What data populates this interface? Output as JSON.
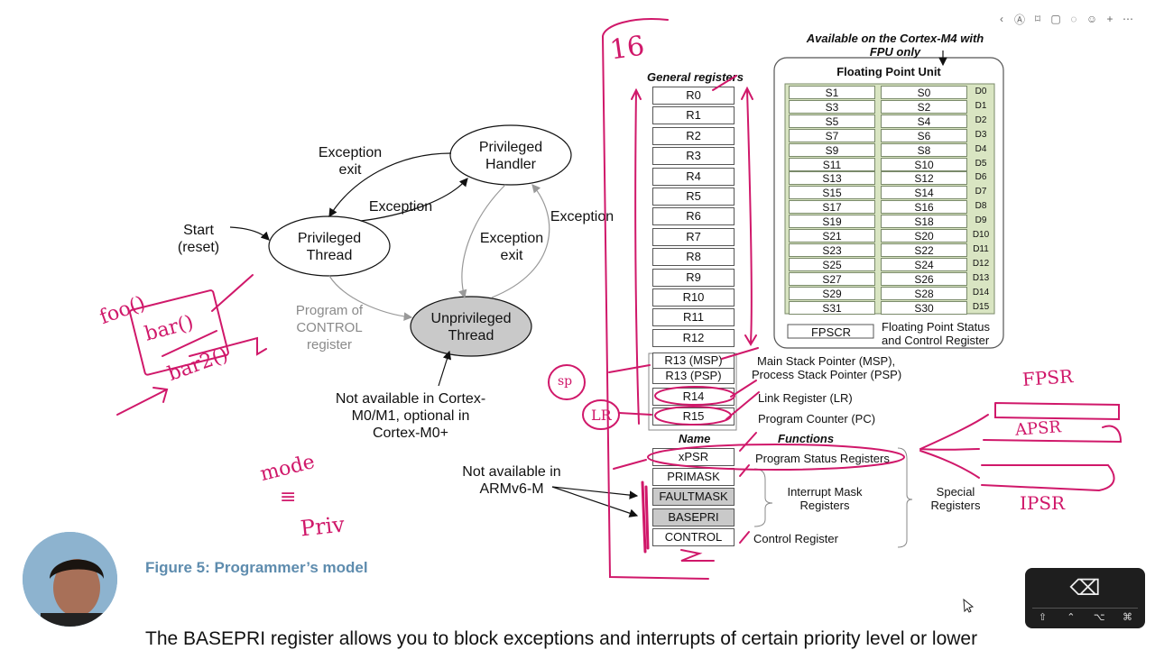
{
  "toolbar": {
    "icons": [
      "back-icon",
      "text-icon",
      "bookmark-icon",
      "copy-icon",
      "grid-icon",
      "smiley-icon",
      "add-icon",
      "more-icon"
    ],
    "glyphs": [
      "‹",
      "Ⓐ",
      "⌑",
      "▢",
      "◌",
      "☺",
      "+",
      "⋯"
    ]
  },
  "state_diagram": {
    "privileged_handler": [
      "Privileged",
      "Handler"
    ],
    "privileged_thread": [
      "Privileged",
      "Thread"
    ],
    "unprivileged_thread": [
      "Unprivileged",
      "Thread"
    ],
    "exception_exit_top": [
      "Exception",
      "exit"
    ],
    "exception_mid": "Exception",
    "exception_right": "Exception",
    "exception_exit_right": [
      "Exception",
      "exit"
    ],
    "start": [
      "Start",
      "(reset)"
    ],
    "program_control": [
      "Program of",
      "CONTROL",
      "register"
    ],
    "not_available_m0": [
      "Not available in Cortex-",
      "M0/M1, optional in",
      "Cortex-M0+"
    ]
  },
  "registers": {
    "heading": "General registers",
    "general": [
      "R0",
      "R1",
      "R2",
      "R3",
      "R4",
      "R5",
      "R6",
      "R7",
      "R8",
      "R9",
      "R10",
      "R11",
      "R12"
    ],
    "r13_msp": "R13 (MSP)",
    "r13_psp": "R13 (PSP)",
    "r14": "R14",
    "r15": "R15",
    "msp_label": "Main Stack Pointer (MSP),",
    "psp_label": "Process Stack Pointer (PSP)",
    "lr_label": "Link Register (LR)",
    "pc_label": "Program Counter (PC)",
    "name_header": "Name",
    "functions_header": "Functions",
    "xpsr": "xPSR",
    "xpsr_label": "Program Status Registers",
    "primask": "PRIMASK",
    "faultmask": "FAULTMASK",
    "basepri": "BASEPRI",
    "control": "CONTROL",
    "interrupt_mask": [
      "Interrupt Mask",
      "Registers"
    ],
    "special": [
      "Special",
      "Registers"
    ],
    "control_label": "Control Register",
    "not_available_armv6": [
      "Not available in",
      "ARMv6-M"
    ]
  },
  "fpu": {
    "note": [
      "Available on the Cortex-M4 with",
      "FPU only"
    ],
    "title": "Floating Point Unit",
    "rows": [
      {
        "s_odd": "S1",
        "s_even": "S0",
        "d": "D0"
      },
      {
        "s_odd": "S3",
        "s_even": "S2",
        "d": "D1"
      },
      {
        "s_odd": "S5",
        "s_even": "S4",
        "d": "D2"
      },
      {
        "s_odd": "S7",
        "s_even": "S6",
        "d": "D3"
      },
      {
        "s_odd": "S9",
        "s_even": "S8",
        "d": "D4"
      },
      {
        "s_odd": "S11",
        "s_even": "S10",
        "d": "D5"
      },
      {
        "s_odd": "S13",
        "s_even": "S12",
        "d": "D6"
      },
      {
        "s_odd": "S15",
        "s_even": "S14",
        "d": "D7"
      },
      {
        "s_odd": "S17",
        "s_even": "S16",
        "d": "D8"
      },
      {
        "s_odd": "S19",
        "s_even": "S18",
        "d": "D9"
      },
      {
        "s_odd": "S21",
        "s_even": "S20",
        "d": "D10"
      },
      {
        "s_odd": "S23",
        "s_even": "S22",
        "d": "D11"
      },
      {
        "s_odd": "S25",
        "s_even": "S24",
        "d": "D12"
      },
      {
        "s_odd": "S27",
        "s_even": "S26",
        "d": "D13"
      },
      {
        "s_odd": "S29",
        "s_even": "S28",
        "d": "D14"
      },
      {
        "s_odd": "S31",
        "s_even": "S30",
        "d": "D15"
      }
    ],
    "fpscr": "FPSCR",
    "fpscr_label": [
      "Floating Point Status",
      "and Control Register"
    ]
  },
  "handwriting": {
    "sixteen": "16",
    "foo": "foo()",
    "bar": "bar()",
    "bar2": "bar2()",
    "sp": "sp",
    "lr": "LR",
    "fpsr": "FPSR",
    "apsr": "APSR",
    "ipsr": "IPSR",
    "mode": "mode",
    "priv": "Priv"
  },
  "caption": "Figure 5: Programmer’s model",
  "body_text": "The BASEPRI register allows you to block exceptions and interrupts of certain priority level or lower",
  "keyboard": {
    "backspace_glyph": "⌫",
    "keys": [
      "⇧",
      "⌃",
      "⌥",
      "⌘"
    ]
  },
  "colors": {
    "ink": "#d0186a",
    "caption": "#5e8cae",
    "fpu_green": "#d9e5c2",
    "unprivileged_fill": "#c9c9c9"
  }
}
